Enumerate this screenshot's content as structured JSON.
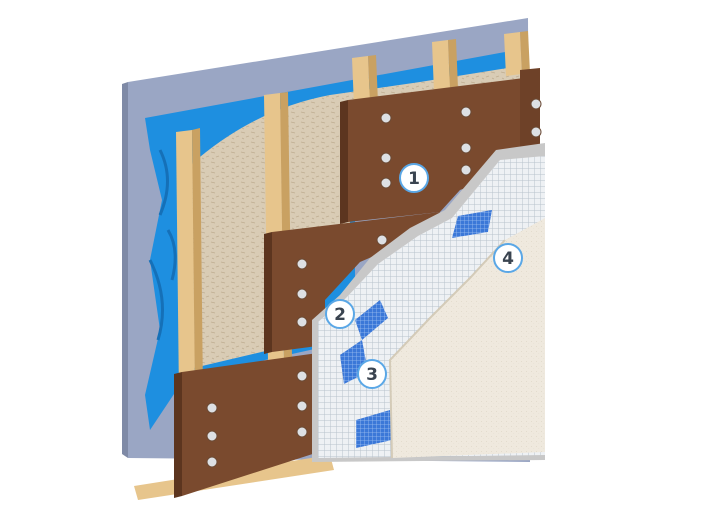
{
  "callouts": [
    {
      "id": "1",
      "label": "1",
      "layer": "wood-fibre-board"
    },
    {
      "id": "2",
      "label": "2",
      "layer": "base-coat-with-mesh"
    },
    {
      "id": "3",
      "label": "3",
      "layer": "reinforcement-mesh"
    },
    {
      "id": "4",
      "label": "4",
      "layer": "finish-render"
    }
  ],
  "colors": {
    "background_wall": "#9aa6c4",
    "vapour_membrane": "#1e8fe0",
    "insulation": "#d8cbb4",
    "timber_stud": "#e7c58c",
    "fibre_board": "#7a4a2e",
    "base_coat": "#c8c8c8",
    "mesh": "#2f6fd6",
    "render": "#efe9de",
    "callout_ring": "#5aa7e6",
    "callout_text": "#3a4450"
  }
}
